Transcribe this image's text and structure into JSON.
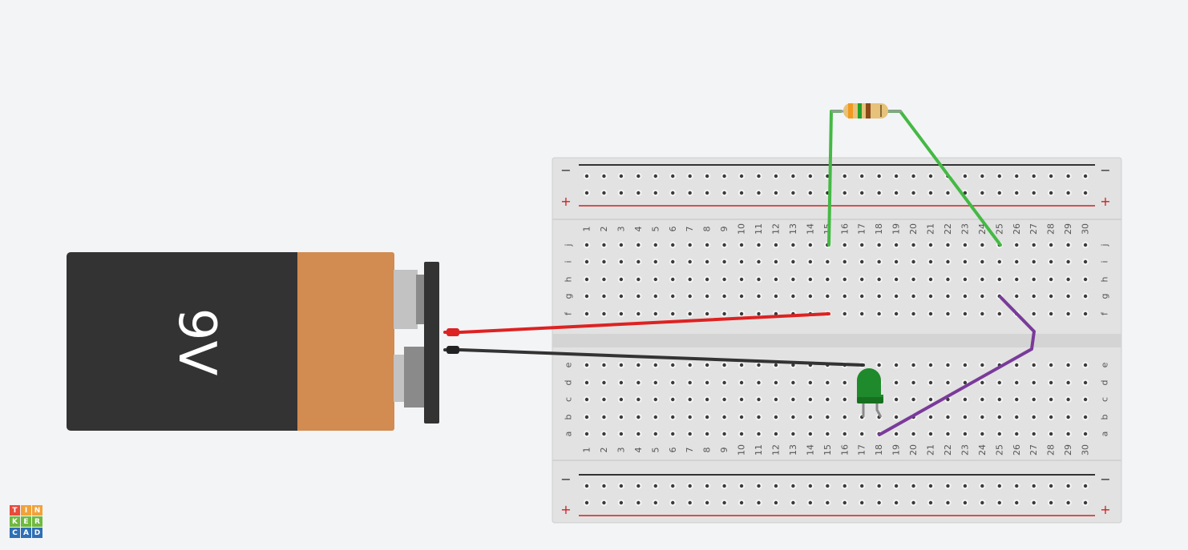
{
  "battery": {
    "label": "9V",
    "body_color": "#333333",
    "cap_color": "#d28b50"
  },
  "breadboard": {
    "columns": [
      "1",
      "2",
      "3",
      "4",
      "5",
      "6",
      "7",
      "8",
      "9",
      "10",
      "11",
      "12",
      "13",
      "14",
      "15",
      "16",
      "17",
      "18",
      "19",
      "20",
      "21",
      "22",
      "23",
      "24",
      "25",
      "26",
      "27",
      "28",
      "29",
      "30"
    ],
    "top_rows": [
      "j",
      "i",
      "h",
      "g",
      "f"
    ],
    "bottom_rows": [
      "e",
      "d",
      "c",
      "b",
      "a"
    ],
    "rail_minus": "−",
    "rail_plus": "+",
    "rail_minus_color": "#333333",
    "rail_plus_color": "#cc2222"
  },
  "components": {
    "resistor_color": "#e6c27a",
    "led_color": "#1f8a2b",
    "wire_red": "#dd2222",
    "wire_black": "#333333",
    "wire_green": "#44b944",
    "wire_purple": "#7a3a9a"
  },
  "logo": {
    "letters": [
      "T",
      "I",
      "N",
      "K",
      "E",
      "R",
      "C",
      "A",
      "D"
    ],
    "colors": [
      "#e94b3c",
      "#f1a23a",
      "#f1a23a",
      "#6fba3e",
      "#6fba3e",
      "#6fba3e",
      "#2f6fb5",
      "#2f6fb5",
      "#2f6fb5"
    ]
  }
}
